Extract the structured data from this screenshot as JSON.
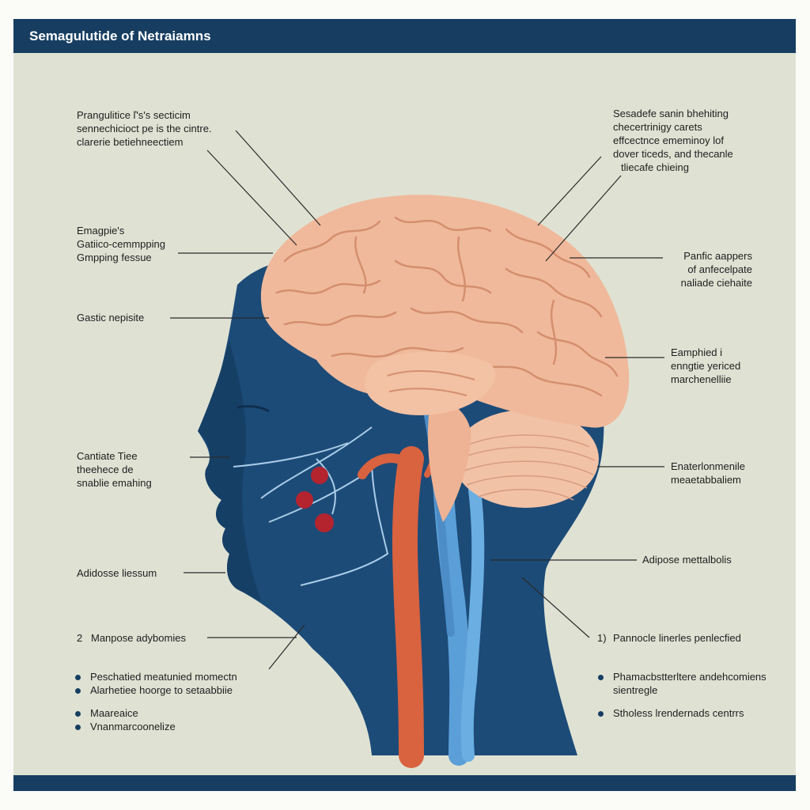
{
  "header": {
    "title": "Semagulutide of Netraiamns"
  },
  "colors": {
    "header_bar": "#173e61",
    "background": "#dfe2d3",
    "head_silhouette": "#1c4b78",
    "brain": "#f0b99b",
    "artery": "#d9623f",
    "vein": "#5b9fd8"
  },
  "labels_left": {
    "l1": [
      "Prangulitice ľ's's secticim",
      "sennechicioct pe is the cintre.",
      "clarerie betiehneectiem"
    ],
    "l2": [
      "Emagpie's",
      "Gatiico-cemmpping",
      "Gmpping fessue"
    ],
    "l3": [
      "Gastic nepisite"
    ],
    "l4": [
      "Cantiate Tiee",
      "theehece de",
      "snablie emahing"
    ],
    "l5": [
      "Adidosse liessum"
    ],
    "l6_num": "2",
    "l6": "Manpose adybomies",
    "bullets": [
      "Peschatied meatunied momectn",
      "Alarhetiee hoorge to setaabbiie",
      "Maareaice",
      "Vnanmarcoonelize"
    ]
  },
  "labels_right": {
    "r1": [
      "Sesadefe sanin bhehiting",
      "checertrinigy carets",
      "effcectnce ememinoy lof",
      "dover ticeds, and thecanle",
      "tliecafe chieing"
    ],
    "r2": [
      "Panfic aappers",
      "of anfecelpate",
      "naliade ciehaite"
    ],
    "r3": [
      "Eamphied i",
      "enngtie yericed",
      "marchenelliie"
    ],
    "r4": [
      "Enaterlonmenile",
      "meaetabbaliem"
    ],
    "r5": [
      "Adipose mettalbolis"
    ],
    "r6_num": "1)",
    "r6": "Pannocle linerles penlecfied",
    "bullets": [
      "Phamacbstterltere andehcomiens",
      "sientregle",
      "Stholess lrendernads centrrs"
    ]
  }
}
